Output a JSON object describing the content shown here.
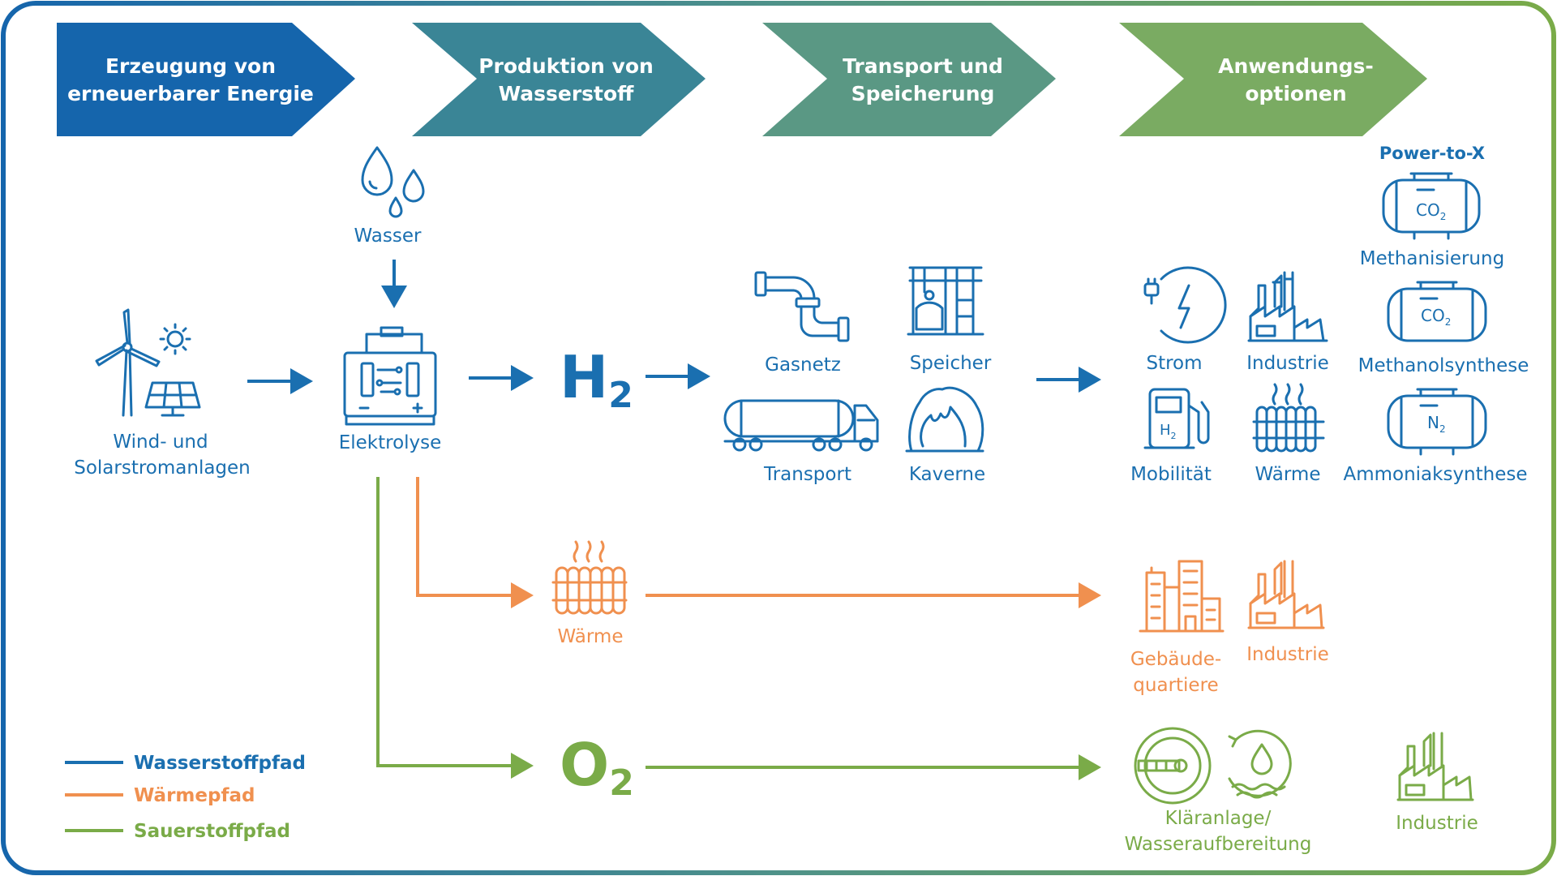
{
  "stages": [
    {
      "line1": "Erzeugung von",
      "line2": "erneuerbarer Energie",
      "color": "#1565ac"
    },
    {
      "line1": "Produktion von",
      "line2": "Wasserstoff",
      "color": "#3a8596"
    },
    {
      "line1": "Transport und",
      "line2": "Speicherung",
      "color": "#5a9884"
    },
    {
      "line1": "Anwendungs-",
      "line2": "optionen",
      "color": "#7aab62"
    }
  ],
  "sources": {
    "wasser": "Wasser",
    "wind_line1": "Wind- und",
    "wind_line2": "Solarstromanlagen",
    "elektrolyse": "Elektrolyse"
  },
  "h2": {
    "symbol": "H",
    "sub": "2"
  },
  "o2": {
    "symbol": "O",
    "sub": "2"
  },
  "transport": {
    "gasnetz": "Gasnetz",
    "speicher": "Speicher",
    "transport": "Transport",
    "kaverne": "Kaverne"
  },
  "applications": {
    "strom": "Strom",
    "industrie": "Industrie",
    "mobilitaet": "Mobilität",
    "waerme": "Wärme",
    "power_to_x": "Power-to-X",
    "methanisierung": "Methanisierung",
    "methanolsynthese": "Methanolsynthese",
    "ammoniaksynthese": "Ammoniaksynthese",
    "co2": "CO",
    "n2": "N",
    "sub2": "2",
    "h2_pump": "H"
  },
  "heat_path": {
    "waerme": "Wärme",
    "gebaeude_line1": "Gebäude-",
    "gebaeude_line2": "quartiere",
    "industrie": "Industrie"
  },
  "oxygen_path": {
    "klaer_line1": "Kläranlage/",
    "klaer_line2": "Wasseraufbereitung",
    "industrie": "Industrie"
  },
  "legend": [
    {
      "label": "Wasserstoffpfad",
      "color": "#1a6fb0"
    },
    {
      "label": "Wärmepfad",
      "color": "#f0904f"
    },
    {
      "label": "Sauerstoffpfad",
      "color": "#7aab48"
    }
  ],
  "icons": [
    "water-drops-icon",
    "wind-turbine-icon",
    "sun-icon",
    "solar-panel-icon",
    "electrolyser-icon",
    "pipe-icon",
    "storage-plant-icon",
    "tank-truck-icon",
    "cavern-icon",
    "power-plug-icon",
    "factory-icon",
    "fuel-pump-icon",
    "radiator-icon",
    "tank-icon",
    "buildings-icon",
    "sewage-plant-icon",
    "water-cycle-icon"
  ]
}
